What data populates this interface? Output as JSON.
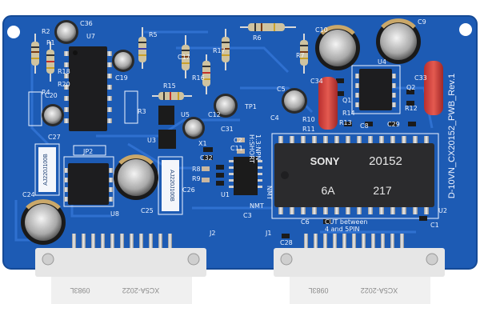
{
  "board": {
    "title": "D-10VN_CX20152_PWB_Rev.1",
    "pcb_color": "#1d5bb4",
    "trace_color": "#2a6fd0"
  },
  "ic_sony": {
    "brand": "SONY",
    "part": "20152",
    "code1": "6A",
    "code2": "217"
  },
  "connectors": {
    "left": {
      "label": "J2",
      "marking": "XC5A-2022",
      "marking2": "0983L"
    },
    "right": {
      "label": "J1",
      "marking": "XC5A-2022",
      "marking2": "0983L"
    }
  },
  "silkscreen": {
    "notes": [
      "NMT",
      "NMT",
      "CUT between",
      "4 and 5PIN",
      "1.3:NPN",
      "H:SHORT"
    ],
    "part_codes": [
      "AJ220J100B",
      "AJ220J100B"
    ],
    "labels": [
      "C36",
      "U7",
      "R2",
      "R1",
      "R18",
      "R20",
      "C19",
      "C20",
      "R4",
      "C27",
      "C17",
      "R5",
      "R15",
      "R16",
      "R17",
      "R6",
      "C10",
      "R7",
      "C9",
      "C34",
      "U4",
      "C33",
      "R13",
      "R12",
      "Q1",
      "R14",
      "Q2",
      "R10",
      "C5",
      "C4",
      "C8",
      "C29",
      "R11",
      "TP1",
      "C12",
      "C31",
      "U3",
      "JP2",
      "U5",
      "C11",
      "C2",
      "X1",
      "R8",
      "R9",
      "C3",
      "C32",
      "U1",
      "C26",
      "C25",
      "U8",
      "C24",
      "C6",
      "C28",
      "C1",
      "U2",
      "R3"
    ]
  }
}
